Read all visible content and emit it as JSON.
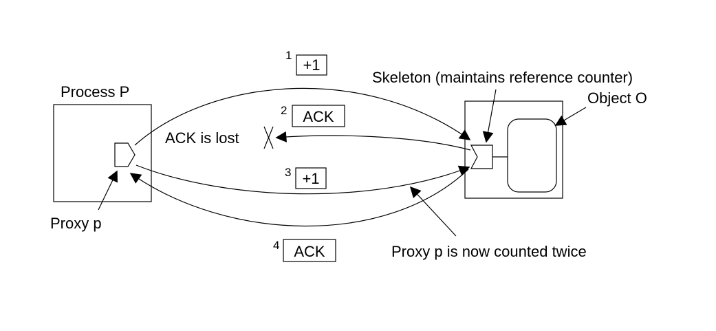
{
  "process_label": "Process P",
  "proxy_label": "Proxy p",
  "skeleton_label": "Skeleton (maintains reference counter)",
  "object_label": "Object O",
  "lost_label": "ACK is lost",
  "counted_label": "Proxy p is now counted twice",
  "messages": [
    {
      "num": "1",
      "text": "+1"
    },
    {
      "num": "2",
      "text": "ACK"
    },
    {
      "num": "3",
      "text": "+1"
    },
    {
      "num": "4",
      "text": "ACK"
    }
  ]
}
